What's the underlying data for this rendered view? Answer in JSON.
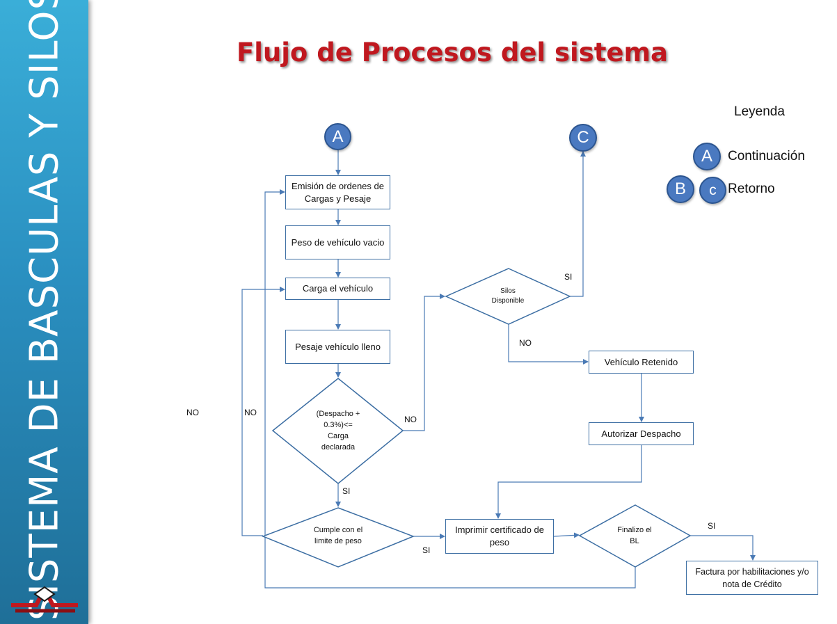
{
  "sidebar": {
    "title": "SISTEMA DE BASCULAS Y SILOS"
  },
  "title": "Flujo de Procesos del sistema",
  "connectors": {
    "a": "A",
    "c": "C"
  },
  "legend": {
    "title": "Leyenda",
    "continuation_letter": "A",
    "continuation_label": "Continuación",
    "return_letter_1": "B",
    "return_letter_2": "c",
    "return_label": "Retorno"
  },
  "process": {
    "emision": "Emisión de ordenes de Cargas y Pesaje",
    "peso_vacio": "Peso de vehículo vacio",
    "carga": "Carga el vehículo",
    "pesaje_lleno": "Pesaje vehículo lleno",
    "retenido": "Vehículo Retenido",
    "autorizar": "Autorizar Despacho",
    "imprimir": "Imprimir certificado de peso",
    "factura": "Factura por habilitaciones y/o nota de Crédito"
  },
  "decisions": {
    "despacho_line1": "(Despacho +",
    "despacho_line2": "0.3%)<=",
    "despacho_line3": "Carga",
    "despacho_line4": "declarada",
    "silos_line1": "Silos",
    "silos_line2": "Disponible",
    "cumple_line1": "Cumple con el",
    "cumple_line2": "limite de peso",
    "finalizo_line1": "Finalizo el",
    "finalizo_line2": "BL"
  },
  "labels": {
    "no_far": "NO",
    "no_loop": "NO",
    "no_despacho": "NO",
    "si_despacho": "SI",
    "si_cumple": "SI",
    "si_silos": "SI",
    "no_silos": "NO",
    "si_finalizo": "SI"
  }
}
